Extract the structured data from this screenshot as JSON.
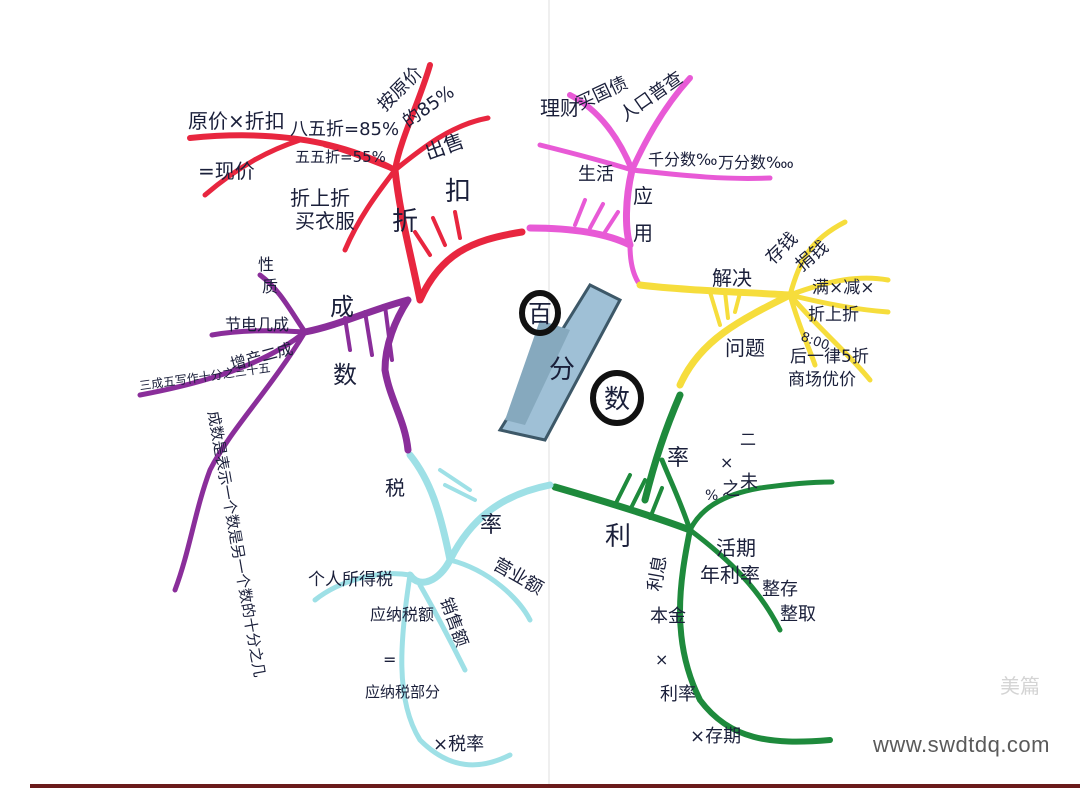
{
  "center": {
    "chars": [
      "百",
      "分",
      "数"
    ]
  },
  "branches": {
    "discount": {
      "color": "#e8263f",
      "heads": [
        "折",
        "扣"
      ],
      "labels": [
        "原价×折扣",
        "=现价",
        "八五折=85%",
        "五五折=55%",
        "按原价",
        "的85%",
        "出售",
        "折上折",
        "买衣服"
      ]
    },
    "life": {
      "color": "#e85ad6",
      "heads": [
        "生活",
        "应",
        "用"
      ],
      "labels": [
        "理财",
        "买国债",
        "人口普查",
        "千分数‰",
        "万分数‱"
      ]
    },
    "problem": {
      "color": "#f6dd3c",
      "heads": [
        "解决",
        "问题"
      ],
      "labels": [
        "存钱",
        "捐钱",
        "满×减×",
        "折上折",
        "8:00",
        "后一律5折",
        "商场优价"
      ]
    },
    "interest": {
      "color": "#1e8a3c",
      "heads": [
        "利",
        "率"
      ],
      "labels": [
        "二",
        "×",
        "%",
        "之",
        "未",
        "活期",
        "年利率",
        "整存",
        "整取",
        "利息",
        "本金",
        "×",
        "利率",
        "×存期"
      ]
    },
    "tax": {
      "color": "#9ee0e6",
      "heads": [
        "税",
        "率"
      ],
      "labels": [
        "个人所得税",
        "营业额",
        "销售额",
        "应纳税额",
        "=",
        "应纳税部分",
        "×税率"
      ]
    },
    "chengshu": {
      "color": "#8a2e9a",
      "heads": [
        "成",
        "数"
      ],
      "labels": [
        "性",
        "质",
        "节电几成",
        "三成五写作十分之三十五",
        "增产二成",
        "成数是表示一个数是另一个数的十分之几"
      ]
    }
  },
  "watermark": {
    "url": "www.swdtdq.com",
    "logo": "美篇"
  }
}
